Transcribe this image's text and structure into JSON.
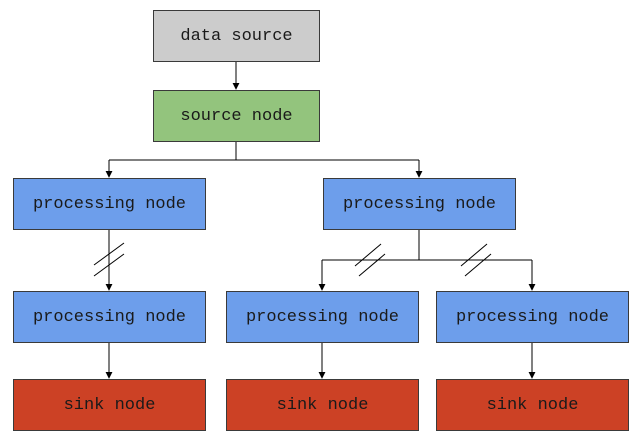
{
  "colors": {
    "data_source": "#cccccc",
    "source_node": "#93c47d",
    "processing_node": "#6d9eeb",
    "sink_node": "#cc4125",
    "edge": "#000000"
  },
  "nodes": {
    "data_source": "data source",
    "source_node": "source node",
    "processing_1": "processing node",
    "processing_2": "processing node",
    "processing_3": "processing node",
    "processing_4": "processing node",
    "processing_5": "processing node",
    "sink_1": "sink node",
    "sink_2": "sink node",
    "sink_3": "sink node"
  },
  "edges": [
    {
      "from": "data_source",
      "to": "source_node"
    },
    {
      "from": "source_node",
      "to": "processing_1"
    },
    {
      "from": "source_node",
      "to": "processing_2"
    },
    {
      "from": "processing_1",
      "to": "processing_3",
      "marker": "double-slash"
    },
    {
      "from": "processing_2",
      "to": "processing_4",
      "marker": "double-slash"
    },
    {
      "from": "processing_2",
      "to": "processing_5",
      "marker": "double-slash"
    },
    {
      "from": "processing_3",
      "to": "sink_1"
    },
    {
      "from": "processing_4",
      "to": "sink_2"
    },
    {
      "from": "processing_5",
      "to": "sink_3"
    }
  ]
}
